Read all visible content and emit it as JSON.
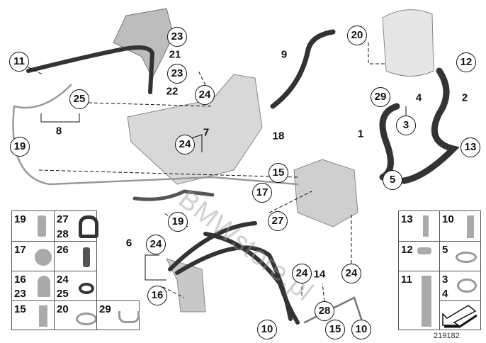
{
  "callouts": [
    "23",
    "21",
    "23",
    "22",
    "24",
    "11",
    "25",
    "8",
    "19",
    "7",
    "24",
    "18",
    "15",
    "17",
    "27",
    "19",
    "20",
    "9",
    "12",
    "2",
    "4",
    "29",
    "3",
    "1",
    "13",
    "5",
    "24",
    "6",
    "16",
    "24",
    "24",
    "14",
    "28",
    "10",
    "15",
    "10"
  ],
  "legend_left": [
    [
      "19",
      "27",
      "28"
    ],
    [
      "17",
      "26"
    ],
    [
      "16",
      "23",
      "24",
      "25"
    ],
    [
      "15",
      "20",
      "29"
    ]
  ],
  "legend_right": {
    "a": "13",
    "b": "10",
    "c": "12",
    "d": "5",
    "e": "11",
    "f": "3",
    "g": "4"
  },
  "watermark": "BMWstore.pl",
  "diagram_id": "219182"
}
